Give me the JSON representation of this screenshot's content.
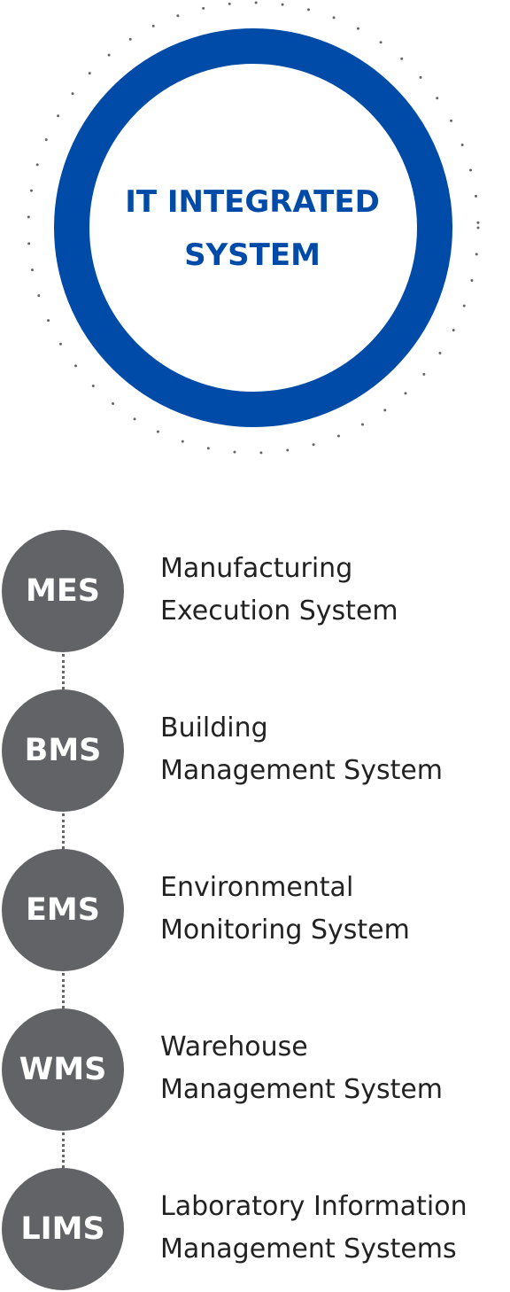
{
  "colors": {
    "accent": "#004ba8",
    "node": "#626367",
    "dots": "#666666",
    "text": "#222222"
  },
  "hub": {
    "title_line1": "IT INTEGRATED",
    "title_line2": "SYSTEM"
  },
  "systems": [
    {
      "abbr": "MES",
      "line1": "Manufacturing",
      "line2": "Execution System"
    },
    {
      "abbr": "BMS",
      "line1": "Building",
      "line2": "Management System"
    },
    {
      "abbr": "EMS",
      "line1": "Environmental",
      "line2": "Monitoring System"
    },
    {
      "abbr": "WMS",
      "line1": "Warehouse",
      "line2": "Management System"
    },
    {
      "abbr": "LIMS",
      "line1": "Laboratory Information",
      "line2": "Management Systems"
    }
  ]
}
